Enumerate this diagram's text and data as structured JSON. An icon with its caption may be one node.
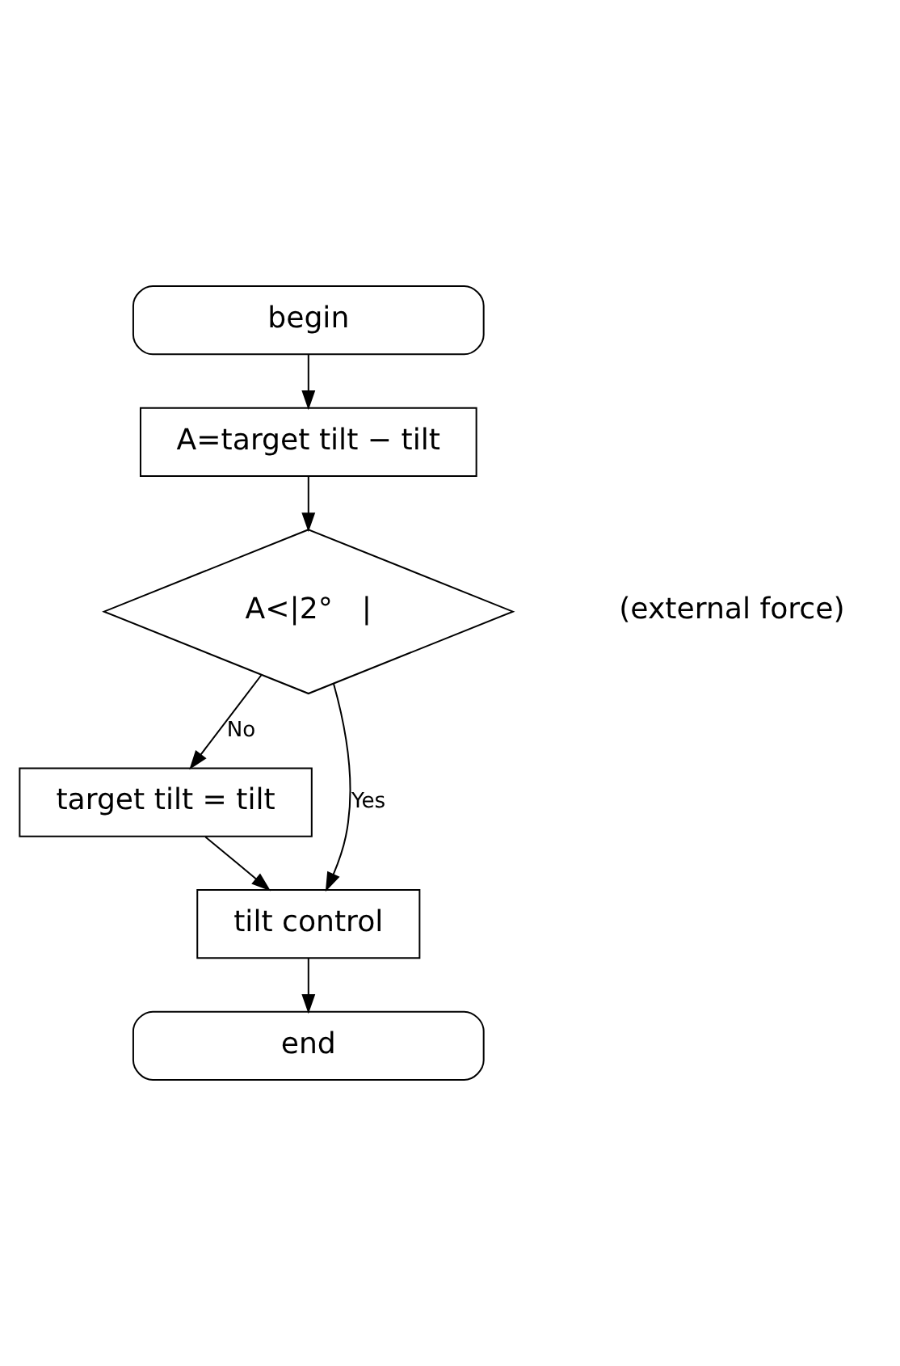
{
  "diagram": {
    "nodes": [
      {
        "text": [
          "begin"
        ]
      },
      {
        "text": [
          "A=target tilt − tilt"
        ]
      },
      {
        "text": [
          "A<|2°　|"
        ]
      },
      {
        "text": [
          "target tilt = tilt"
        ]
      },
      {
        "text": [
          "tilt control"
        ]
      },
      {
        "text": [
          "end"
        ]
      }
    ],
    "edges": [
      {
        "from": 0,
        "to": 1,
        "arrow": "to"
      },
      {
        "from": 1,
        "to": 2,
        "arrow": "to"
      },
      {
        "from": 2,
        "to": 3,
        "arrow": "to",
        "label": "No"
      },
      {
        "from": 2,
        "to": 4,
        "arrow": "to",
        "label": "Yes"
      },
      {
        "from": 3,
        "to": 4,
        "arrow": "to"
      },
      {
        "from": 4,
        "to": 5,
        "arrow": "to"
      }
    ],
    "labels": [
      "(external force)"
    ]
  }
}
